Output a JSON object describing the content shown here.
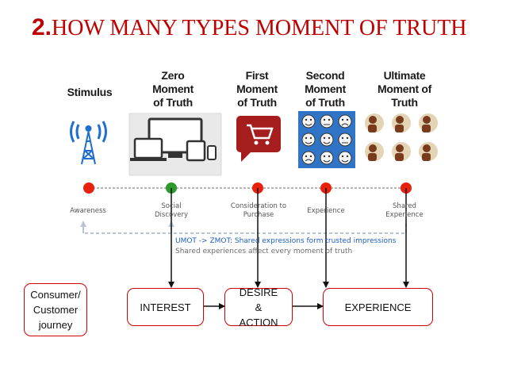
{
  "title": {
    "number": "2.",
    "text": "HOW MANY TYPES MOMENT OF TRUTH"
  },
  "moments": [
    {
      "label": "Stimulus",
      "icon": "broadcast-tower-icon"
    },
    {
      "label": "Zero Moment of Truth",
      "icon": "devices-icon"
    },
    {
      "label": "First Moment of Truth",
      "icon": "shopping-cart-icon"
    },
    {
      "label": "Second Moment of Truth",
      "icon": "emoji-faces-icon"
    },
    {
      "label": "Ultimate Moment of Truth",
      "icon": "people-sharing-icon"
    }
  ],
  "stages": [
    {
      "label": "Awareness",
      "color": "#e8210c"
    },
    {
      "label": "Social Discovery",
      "color": "#2e9a2e"
    },
    {
      "label": "Consideration to Purchase",
      "color": "#e8210c"
    },
    {
      "label": "Experience",
      "color": "#e8210c"
    },
    {
      "label": "Shared Experience",
      "color": "#e8210c"
    }
  ],
  "notes": {
    "line1": "UMOT -> ZMOT: Shared expressions form trusted impressions",
    "line2": "Shared experiences affect every moment of truth"
  },
  "journey": {
    "label": "Consumer/ Customer journey",
    "steps": [
      "INTEREST",
      "DESIRE & ACTION",
      "EXPERIENCE"
    ]
  },
  "colors": {
    "title": "#c00000",
    "box_border": "#d00000",
    "note_blue": "#1f5fbf",
    "note_gray": "#6d6d6d"
  }
}
